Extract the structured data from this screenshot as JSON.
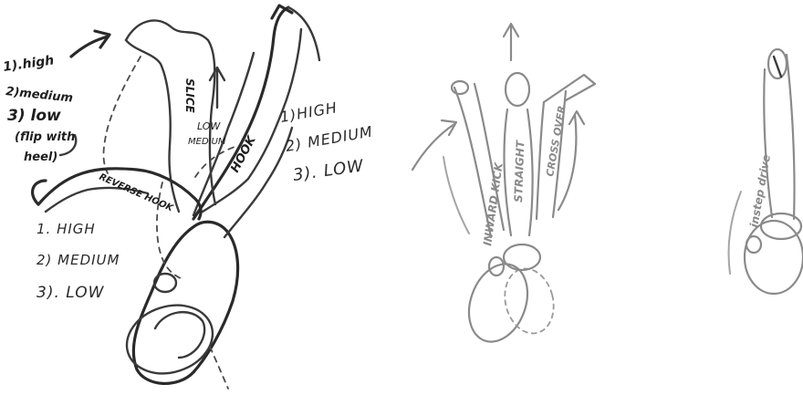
{
  "figure1": {
    "top_left_list": {
      "item1": "1).high",
      "item2": "2)medium",
      "item3": "3) low",
      "note_line1": "(flip with",
      "note_line2": "heel)"
    },
    "lower_list": {
      "item1": "1. HIGH",
      "item2": "2) MEDIUM",
      "item3": "3). LOW"
    },
    "right_list": {
      "item1": "1)HIGH",
      "item2": "2) MEDIUM",
      "item3": "3). LOW"
    },
    "shot_labels": {
      "slice": "SLICE",
      "low_medium_line1": "LOW",
      "low_medium_line2": "MEDIUM",
      "hook": "HOOK",
      "reverse_hook": "REVERSE HOOK"
    }
  },
  "figure2": {
    "labels": {
      "inward_kick": "INWARD KICK",
      "straight": "STRAIGHT",
      "cross_over": "CROSS OVER"
    }
  },
  "figure3": {
    "labels": {
      "instep_drive": "instep drive"
    }
  }
}
